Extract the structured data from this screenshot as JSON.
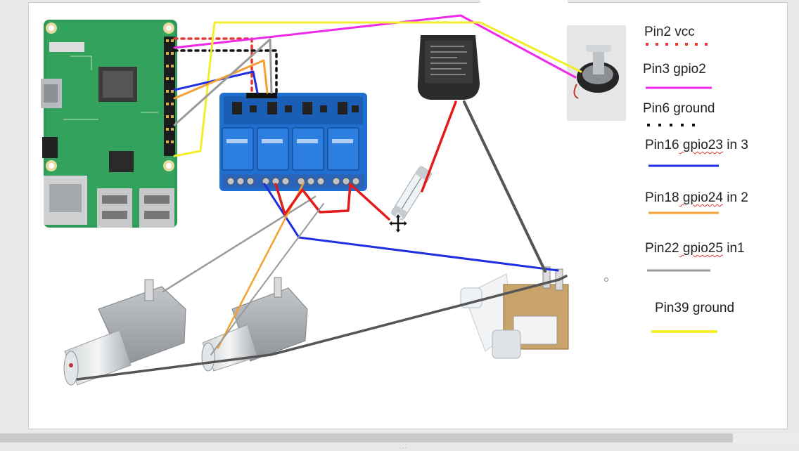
{
  "legend": [
    {
      "label_pin": "Pin2",
      "label_rest": " vcc",
      "color": "#e53935",
      "style": "dotted"
    },
    {
      "label_pin": "Pin3",
      "label_rest": " gpio2",
      "color": "#ee2ae8",
      "style": "solid"
    },
    {
      "label_pin": "Pin6",
      "label_rest": " ground",
      "color": "#111111",
      "style": "dotted"
    },
    {
      "label_pin": "Pin16",
      "label_rest": " gpio23",
      "label_tail": " in 3",
      "color": "#1f2ee0",
      "style": "solid"
    },
    {
      "label_pin": "Pin18",
      "label_rest": " gpio24",
      "label_tail": " in 2",
      "color": "#f5a032",
      "style": "solid"
    },
    {
      "label_pin": "Pin22",
      "label_rest": " gpio25",
      "label_tail": " in1",
      "color": "#9a9a9a",
      "style": "solid"
    },
    {
      "label_pin": "Pin39",
      "label_rest": " ground",
      "color": "#f2ee2a",
      "style": "solid"
    }
  ],
  "components": {
    "raspberry_pi": "raspberry-pi-board",
    "relay": "4-channel-relay-module",
    "adapter": "ac-power-adapter",
    "fuse": "glass-fuse",
    "pump_motor": "mini-pump-motor",
    "valve": "solenoid-water-valve",
    "gear_motor_1": "worm-gear-motor",
    "gear_motor_2": "worm-gear-motor"
  },
  "icons": {
    "cursor": "move-cursor-icon"
  },
  "colors": {
    "wire_red": "#e31b1b",
    "wire_dark_gray": "#555555",
    "relay_blue": "#1f6fd0",
    "pcb_green": "#2e9a55"
  }
}
